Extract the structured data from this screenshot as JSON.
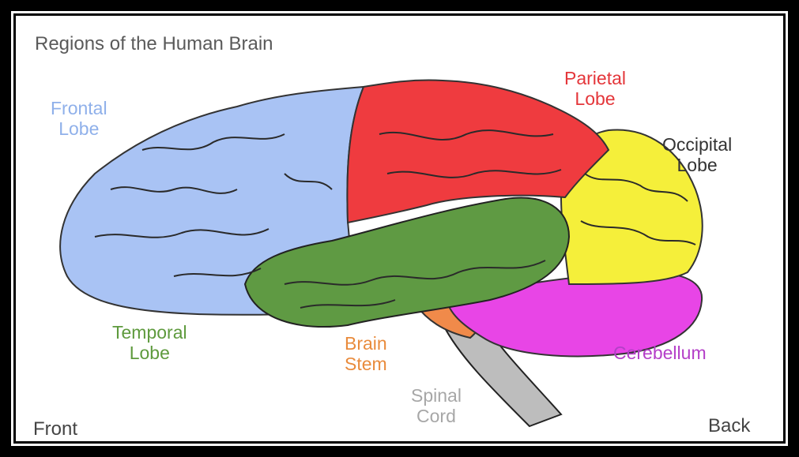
{
  "title": "Regions of the Human Brain",
  "labels": {
    "frontal": [
      "Frontal",
      "Lobe"
    ],
    "parietal": [
      "Parietal",
      "Lobe"
    ],
    "occipital": [
      "Occipital",
      "Lobe"
    ],
    "temporal": [
      "Temporal",
      "Lobe"
    ],
    "brainstem": [
      "Brain",
      "Stem"
    ],
    "spinal": [
      "Spinal",
      "Cord"
    ],
    "cerebellum": "Cerebellum"
  },
  "corners": {
    "front": "Front",
    "back": "Back"
  },
  "colors": {
    "frontal": "#a9c3f4",
    "parietal": "#ef3b3f",
    "occipital": "#f5ef3a",
    "temporal": "#5f9a43",
    "cerebellum": "#e845e6",
    "brainstem": "#f08a4a",
    "spinal": "#b5b5b5",
    "frontal_text": "#8fb0ea",
    "parietal_text": "#e4363a",
    "occipital_text": "#333333",
    "temporal_text": "#5e9a3d",
    "brainstem_text": "#e98b3c",
    "spinal_text": "#a7a7a7",
    "cerebellum_text": "#b43fc8"
  }
}
